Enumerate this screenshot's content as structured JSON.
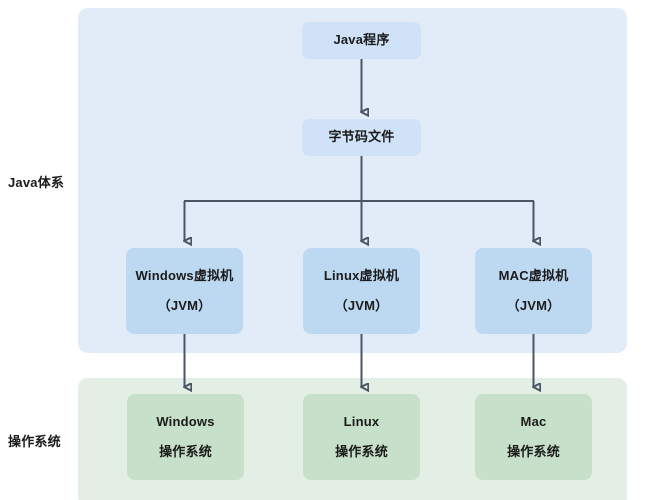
{
  "diagram": {
    "layers": [
      {
        "id": "java-layer",
        "label": "Java体系",
        "color": "#e1ecf8"
      },
      {
        "id": "os-layer",
        "label": "操作系统",
        "color": "#e3efe4"
      }
    ],
    "nodes": {
      "java_program": {
        "label": "Java程序",
        "color": "#cfe2f7"
      },
      "bytecode": {
        "label": "字节码文件",
        "color": "#cfe2f7"
      },
      "jvm_windows": {
        "line1": "Windows虚拟机",
        "line2": "（JVM）",
        "color": "#bdd8f1"
      },
      "jvm_linux": {
        "line1": "Linux虚拟机",
        "line2": "（JVM）",
        "color": "#bdd8f1"
      },
      "jvm_mac": {
        "line1": "MAC虚拟机",
        "line2": "（JVM）",
        "color": "#bdd8f1"
      },
      "os_windows": {
        "line1": "Windows",
        "line2": "操作系统",
        "color": "#c7e0c9"
      },
      "os_linux": {
        "line1": "Linux",
        "line2": "操作系统",
        "color": "#c7e0c9"
      },
      "os_mac": {
        "line1": "Mac",
        "line2": "操作系统",
        "color": "#c7e0c9"
      }
    },
    "edges": [
      {
        "from": "java_program",
        "to": "bytecode"
      },
      {
        "from": "bytecode",
        "to": "jvm_windows"
      },
      {
        "from": "bytecode",
        "to": "jvm_linux"
      },
      {
        "from": "bytecode",
        "to": "jvm_mac"
      },
      {
        "from": "jvm_windows",
        "to": "os_windows"
      },
      {
        "from": "jvm_linux",
        "to": "os_linux"
      },
      {
        "from": "jvm_mac",
        "to": "os_mac"
      }
    ],
    "arrow_color": "#4b5563"
  }
}
